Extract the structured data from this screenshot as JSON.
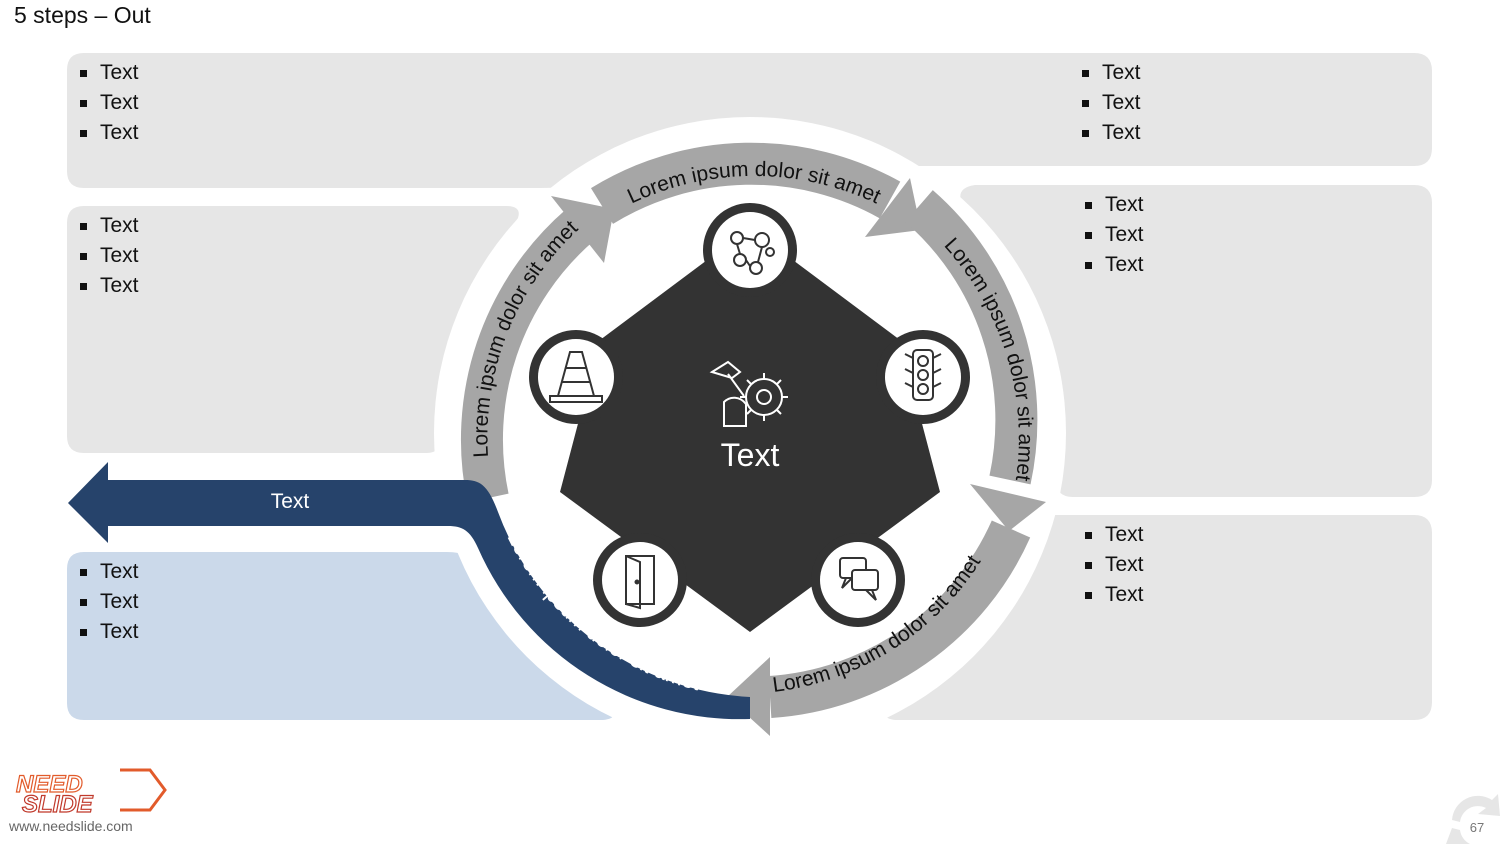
{
  "title": "5 steps – Out",
  "boxes": {
    "top_left": [
      "Text",
      "Text",
      "Text"
    ],
    "top_right": [
      "Text",
      "Text",
      "Text"
    ],
    "mid_left": [
      "Text",
      "Text",
      "Text"
    ],
    "mid_right": [
      "Text",
      "Text",
      "Text"
    ],
    "low_right": [
      "Text",
      "Text",
      "Text"
    ],
    "bottom_left": [
      "Text",
      "Text",
      "Text"
    ]
  },
  "arc_labels": {
    "top": "Lorem ipsum dolor sit amet",
    "right": "Lorem ipsum dolor sit amet",
    "bottom_right": "Lorem ipsum dolor sit amet",
    "bottom_left": "Lorem ipsum dolor sit amet",
    "left": "Lorem ipsum dolor sit amet"
  },
  "center_label": "Text",
  "out_arrow_label": "Text",
  "icons": [
    "workflow-icon",
    "traffic-light-icon",
    "chat-bubbles-icon",
    "door-icon",
    "traffic-cone-icon",
    "hammer-gear-icon"
  ],
  "colors": {
    "panel": "#e6e6e6",
    "arrow_gray": "#a6a6a6",
    "navy": "#26436b",
    "light_blue": "#cbd9ea",
    "pentagon": "#333333"
  },
  "logo": {
    "line1": "NEED",
    "line2": "SLIDE"
  },
  "footer": {
    "url": "www.needslide.com",
    "page": "67"
  }
}
